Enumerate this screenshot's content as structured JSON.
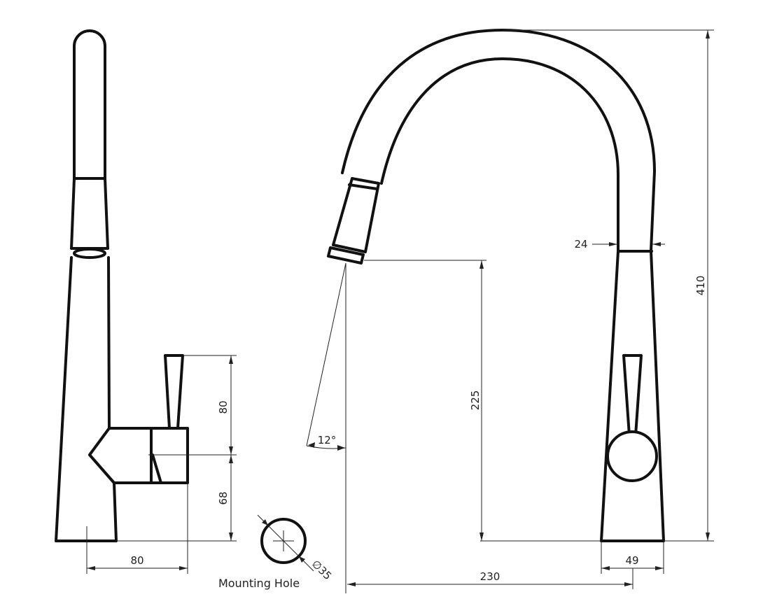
{
  "drawing": {
    "dimensions": {
      "handle_height": "80",
      "body_offset": "68",
      "base_depth": "80",
      "spout_angle": "12°",
      "hole_diameter": "∅35",
      "spout_height": "225",
      "neck_width": "24",
      "total_height": "410",
      "base_width": "49",
      "spout_reach": "230"
    },
    "labels": {
      "mounting_hole": "Mounting Hole"
    }
  }
}
